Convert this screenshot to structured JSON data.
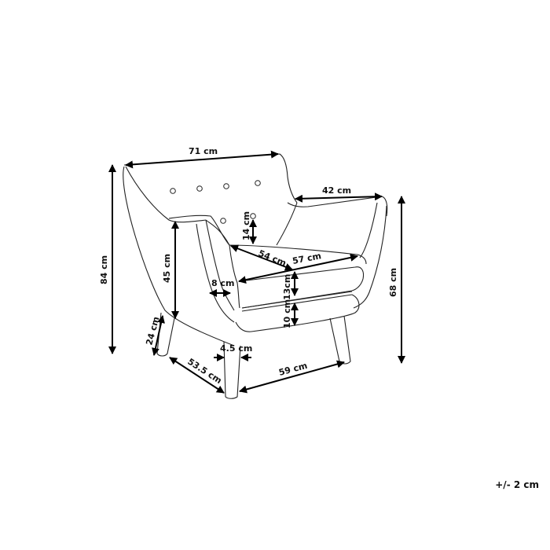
{
  "diagram": {
    "subject": "armchair",
    "style": "line drawing with dimension arrows",
    "line_color": "#222222",
    "arrow_color": "#000000",
    "background": "#ffffff"
  },
  "dimensions": {
    "width_total": "71 cm",
    "armrest_depth": "42 cm",
    "height_total": "84 cm",
    "height_arm": "68 cm",
    "back_height_from_seat": "45 cm",
    "back_above_cushion": "14 cm",
    "seat_depth": "54 cm",
    "seat_width": "57 cm",
    "arm_width": "8 cm",
    "cushion_thickness": "13cm",
    "base_thickness": "10 cm",
    "leg_height": "24 cm",
    "leg_width": "4.5 cm",
    "depth_base": "53.5 cm",
    "width_base": "59 cm"
  },
  "tolerance": "+/- 2 cm"
}
